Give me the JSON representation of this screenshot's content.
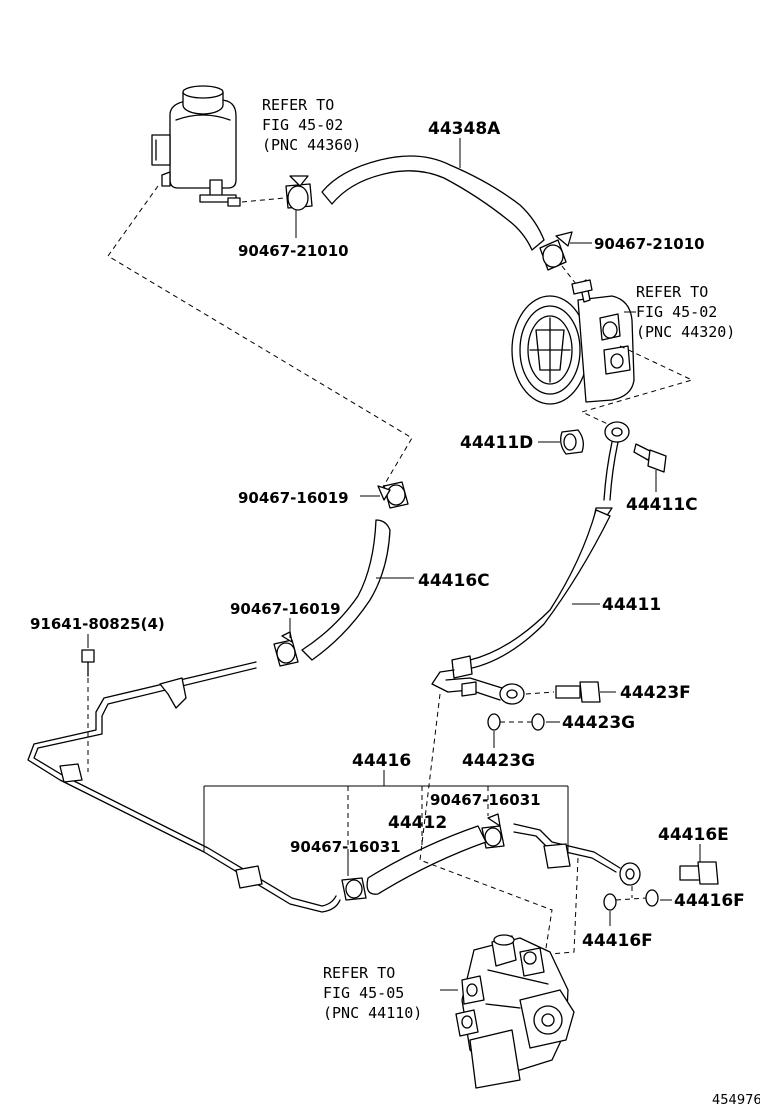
{
  "refs": {
    "reservoir": [
      "REFER TO",
      "FIG 45-02",
      "(PNC 44360)"
    ],
    "pump": [
      "REFER TO",
      "FIG 45-02",
      "(PNC 44320)"
    ],
    "gear": [
      "REFER TO",
      "FIG 45-05",
      "(PNC 44110)"
    ]
  },
  "parts": {
    "p44348A": "44348A",
    "clamp_top_left": "90467-21010",
    "clamp_top_right": "90467-21010",
    "p44411D": "44411D",
    "p44411C": "44411C",
    "clamp_16019_a": "90467-16019",
    "p44416C": "44416C",
    "clamp_16019_b": "90467-16019",
    "bolt_91641": "91641-80825(4)",
    "p44411": "44411",
    "p44423F": "44423F",
    "p44423G_a": "44423G",
    "p44423G_b": "44423G",
    "p44416": "44416",
    "clamp_16031_a": "90467-16031",
    "p44412": "44412",
    "clamp_16031_b": "90467-16031",
    "p44416E": "44416E",
    "p44416F_a": "44416F",
    "p44416F_b": "44416F"
  },
  "illustration_code": "454976"
}
